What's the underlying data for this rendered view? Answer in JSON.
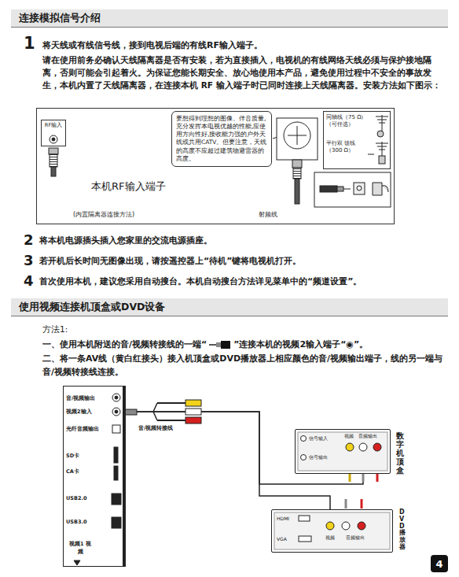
{
  "diagram": {
    "nodes": [
      {
        "text": [
          "连接模拟信号介绍"
        ]
      },
      {
        "text": [
          "(内置隔离器连接方法)",
          "射频线"
        ]
      },
      {
        "text": [
          "RF输入"
        ],
        "in": 1
      },
      {
        "text": [
          "要想得到理想的图像、伴音质量,充分发挥本电视优越的性能,应使用方向性好,接收能力强的户外天线或共用CATV。但要注意，天线的高度不应超过建筑物避雷器的高度。"
        ],
        "in": 1
      },
      {
        "text": [
          "同轴线（75 Ω） （可任选）",
          "平行双 馈线（300 Ω）"
        ],
        "in": 1
      },
      {
        "text": [
          "使用视频连接机顶盒或DVD设备"
        ]
      },
      {
        "text": [
          "音/视频输出",
          "视频2输入",
          "光纤音频输出",
          "SD卡",
          "CA卡",
          "USB2.0",
          "USB3.0",
          "视频1 视频"
        ]
      },
      {
        "text": [
          "数字机顶盒",
          "信号输入",
          "信号输出",
          "视频",
          "音频输出"
        ]
      },
      {
        "text": [
          "DVD播放器",
          "HDMI",
          "VGA",
          "视频",
          "音频输出"
        ]
      },
      {
        "text": [
          "4"
        ]
      }
    ],
    "edges": [
      {
        "from": 6,
        "to": 7,
        "arrow": "none"
      },
      {
        "from": 6,
        "to": 8,
        "arrow": "none"
      }
    ],
    "labels": [
      "1",
      "将天线或有线信号线，接到电视后端的有线RF输入端子。",
      "请在使用前务必确认天线隔离器是否有安装，若为直接插入，电视机的有线网络天线必须与保护接地隔离，否则可能会引起着火。为保证您能长期安全、放心地使用本产品，避免使用过程中不安全的事故发生，本机内置了天线隔离器，在连接本机 RF 输入端子时已同时连接上天线隔离器。安装方法如下图示：",
      "本机RF输入端子",
      "2",
      "将本机电源插头插入您家里的交流电源插座。",
      "3",
      "若开机后长时间无图像出现，请按遥控器上“待机”键将电视机打开。",
      "4",
      "首次使用本机，建议您采用自动搜台。本机自动搜台方法详见菜单中的“频道设置”。",
      "方法1:",
      "一、使用本机附送的音/视频转接线的一端“",
      "”连接本机的视频2输入端子“◉”。",
      "二、将一条AV线（黄白红接头）接入机顶盒或DVD播放器上相应颜色的音/视频输出端子，线的另一端与音/视频转接线连接。",
      "音/视频转接线"
    ]
  }
}
